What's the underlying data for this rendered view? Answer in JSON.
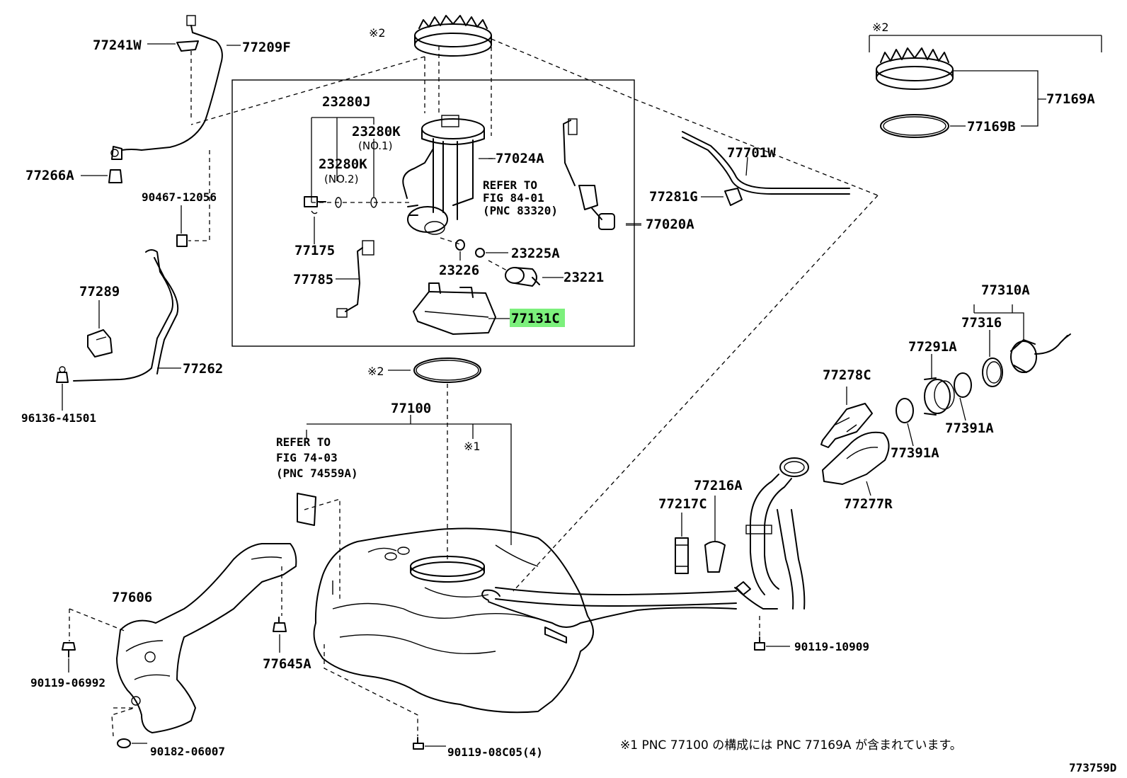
{
  "diagram_id": "773759D",
  "footnote": "※1 PNC 77100 の構成には PNC 77169A が含まれています。",
  "symbols": {
    "note1": "※1",
    "note2": "※2"
  },
  "highlight_color": "#7cf07c",
  "refer_notes": {
    "pump": [
      "REFER TO",
      "FIG 84-01",
      "(PNC 83320)"
    ],
    "tank": [
      "REFER TO",
      "FIG 74-03",
      "(PNC 74559A)"
    ]
  },
  "parts": {
    "p77241W": "77241W",
    "p77209F": "77209F",
    "p77266A": "77266A",
    "p90467_12056": "90467-12056",
    "p77289": "77289",
    "p77262": "77262",
    "p96136_41501": "96136-41501",
    "p23280J": "23280J",
    "p23280K_1": "23280K",
    "no1": "(NO.1)",
    "p23280K_2": "23280K",
    "no2": "(NO.2)",
    "p77024A": "77024A",
    "p77175": "77175",
    "p77785": "77785",
    "p23226": "23226",
    "p23225A": "23225A",
    "p23221": "23221",
    "p77131C": "77131C",
    "p77020A": "77020A",
    "p77701W": "77701W",
    "p77281G": "77281G",
    "p77169A": "77169A",
    "p77169B": "77169B",
    "p77100": "77100",
    "p77310A": "77310A",
    "p77316": "77316",
    "p77291A": "77291A",
    "p77278C": "77278C",
    "p77391A_1": "77391A",
    "p77391A_2": "77391A",
    "p77277R": "77277R",
    "p77216A": "77216A",
    "p77217C": "77217C",
    "p77606": "77606",
    "p90119_06992": "90119-06992",
    "p77645A": "77645A",
    "p90119_10909": "90119-10909",
    "p90182_06007": "90182-06007",
    "p90119_08C05": "90119-08C05(4)"
  }
}
